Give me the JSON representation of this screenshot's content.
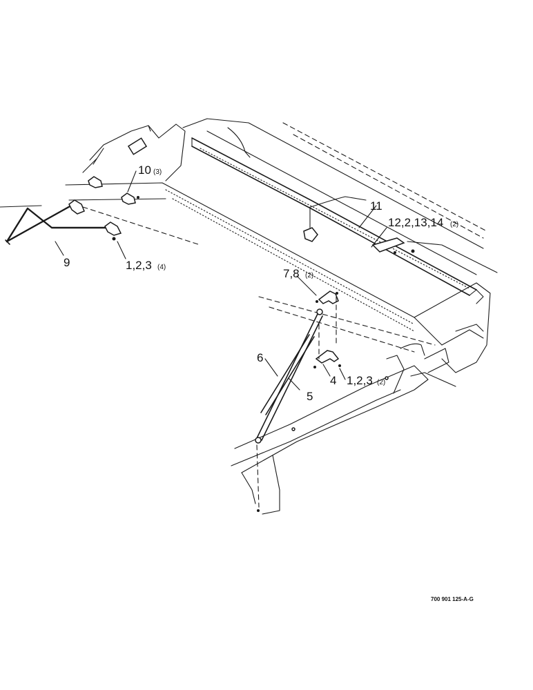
{
  "callouts": {
    "c9": "9",
    "c10": "10",
    "c10_qty": "(3)",
    "c1_left": "1,2,3",
    "c1_left_qty": "(4)",
    "c11": "11",
    "c12": "12,2,13,14",
    "c12_qty": "(2)",
    "c7": "7,8",
    "c7_qty": "(2)",
    "c6": "6",
    "c5": "5",
    "c4": "4",
    "c1_right": "1,2,3",
    "c1_right_qty": "(2)"
  },
  "document_id": "700 901 125-A-G"
}
